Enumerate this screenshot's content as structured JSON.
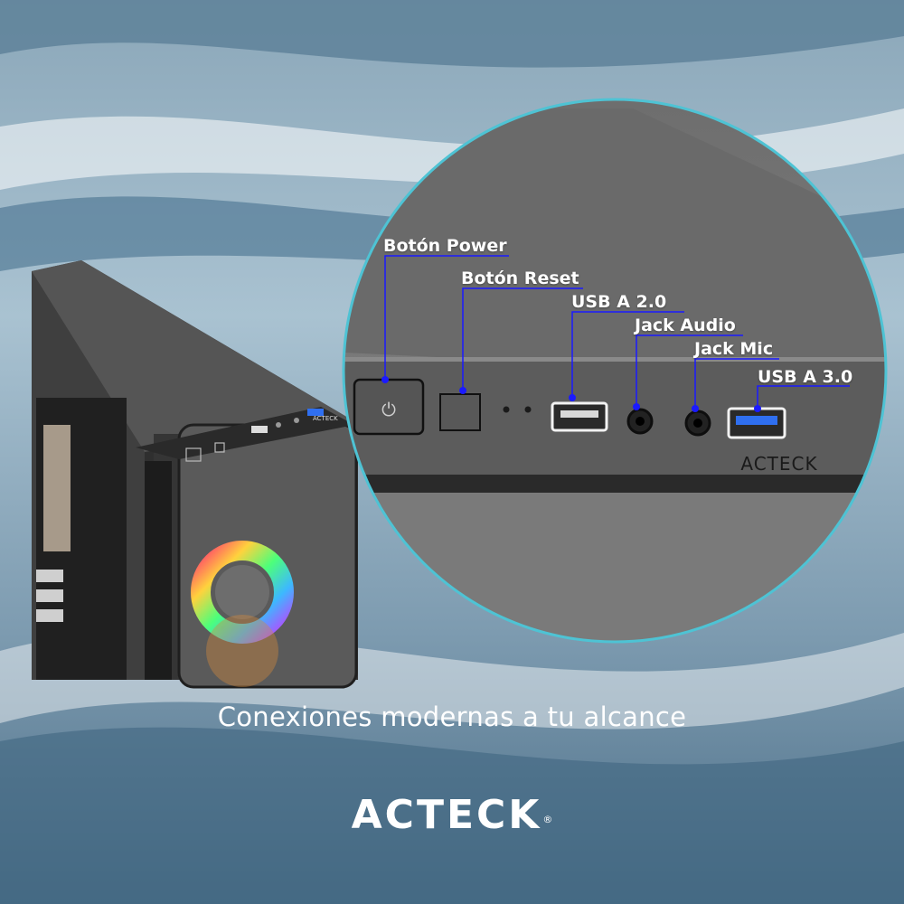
{
  "callouts": {
    "power": "Botón Power",
    "reset": "Botón Reset",
    "usb2": "USB A 2.0",
    "audio": "Jack Audio",
    "mic": "Jack Mic",
    "usb3": "USB A 3.0"
  },
  "panel_logo": "ACTECK",
  "case_logo": "ACTECK",
  "tagline": "Conexiones modernas a tu alcance",
  "brand": {
    "logo": "ACTECK",
    "registered": "®"
  },
  "colors": {
    "callout_line": "#1a1aff",
    "lens_ring": "#4ec3d4",
    "usb3_blue": "#2f6ff0",
    "case_body": "#4a4a4a",
    "background": "#6f8ea3"
  }
}
